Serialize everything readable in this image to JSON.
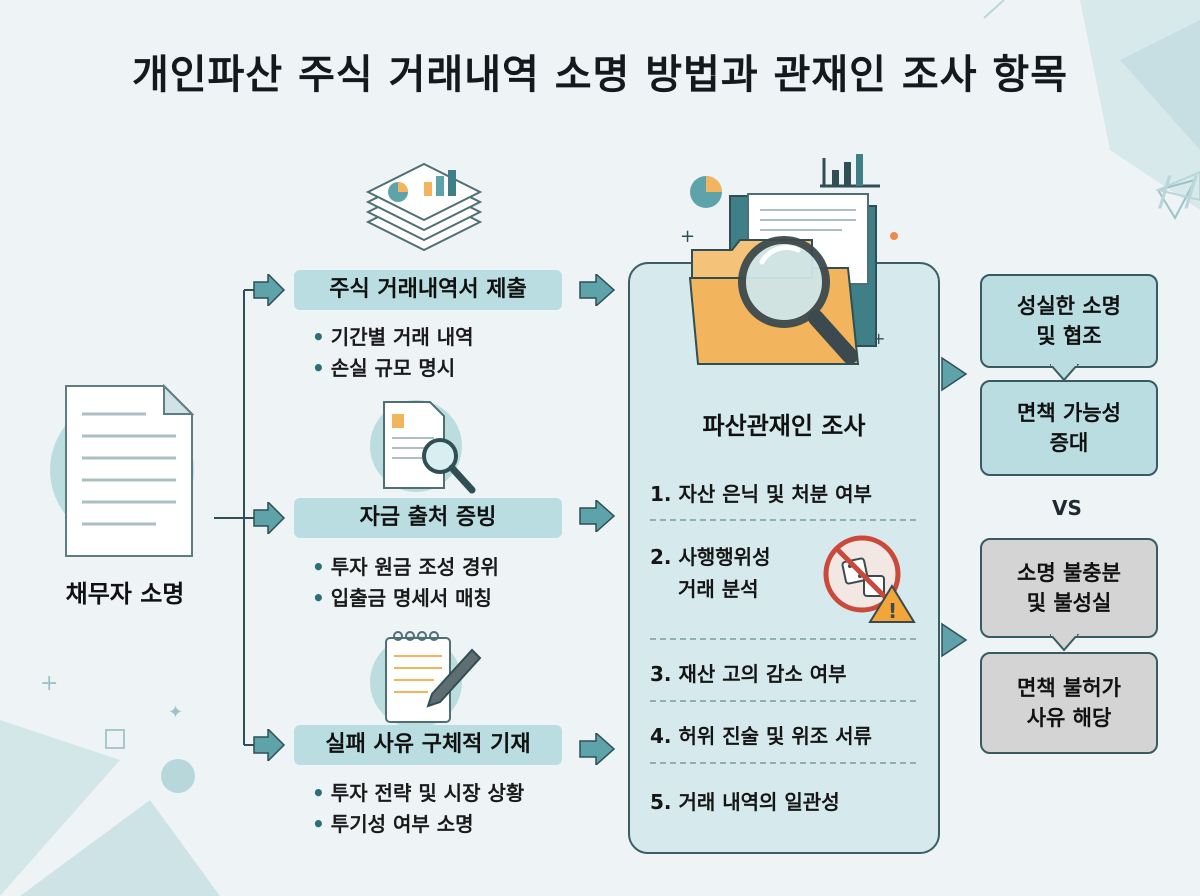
{
  "title": "개인파산 주식 거래내역 소명 방법과 관재인 조사 항목",
  "debtor": {
    "label": "채무자 소명"
  },
  "branches": [
    {
      "heading": "주식 거래내역서 제출",
      "bullets": [
        "기간별 거래 내역",
        "손실 규모 명시"
      ]
    },
    {
      "heading": "자금 출처 증빙",
      "bullets": [
        "투자 원금 조성 경위",
        "입출금 명세서 매칭"
      ]
    },
    {
      "heading": "실패 사유 구체적 기재",
      "bullets": [
        "투자 전략 및 시장 상황",
        "투기성 여부 소명"
      ]
    }
  ],
  "investigation": {
    "heading": "파산관재인 조사",
    "items": [
      "1. 자산 은닉 및 처분 여부",
      "2. 사행행위성",
      "거래 분석",
      "3. 재산 고의 감소 여부",
      "4. 허위 진술 및 위조 서류",
      "5. 거래 내역의 일관성"
    ]
  },
  "outcomes": {
    "good_line1": "성실한 소명",
    "good_line2": "및 협조",
    "good_result_line1": "면책 가능성",
    "good_result_line2": "증대",
    "vs": "VS",
    "bad_line1": "소명 불충분",
    "bad_line2": "및 불성실",
    "bad_result_line1": "면책 불허가",
    "bad_result_line2": "사유 해당"
  },
  "colors": {
    "background": "#eef4f6",
    "teal_fill": "#b9dde0",
    "panel_fill": "#d6eaed",
    "gray_fill": "#d4d4d4",
    "arrow": "#5fa3aa",
    "folder": "#f2b45c"
  }
}
